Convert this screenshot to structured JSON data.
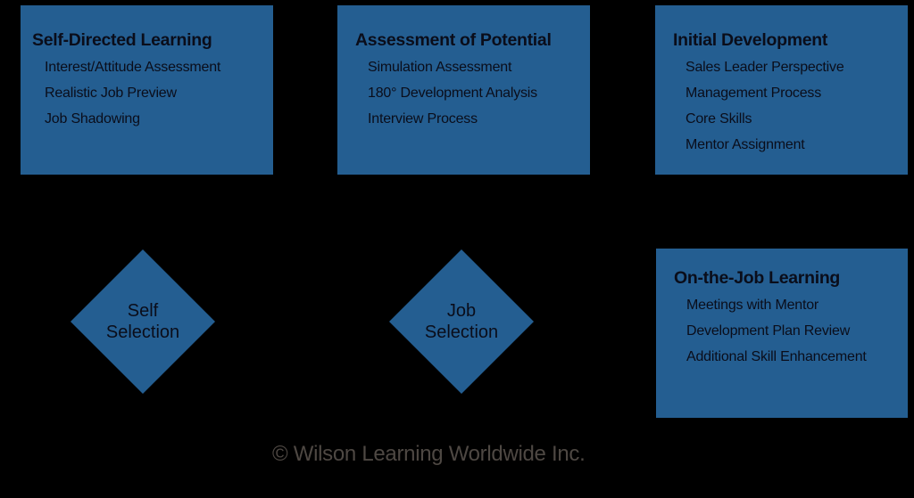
{
  "colors": {
    "background": "#000000",
    "box_fill": "#245e91",
    "text": "#0a0d1a",
    "copyright_text": "#4e4843"
  },
  "boxes": [
    {
      "title": "Self-Directed Learning",
      "items": [
        "Interest/Attitude Assessment",
        "Realistic Job Preview",
        "Job Shadowing"
      ]
    },
    {
      "title": "Assessment of Potential",
      "items": [
        "Simulation Assessment",
        "180° Development Analysis",
        "Interview Process"
      ]
    },
    {
      "title": "Initial Development",
      "items": [
        "Sales Leader Perspective",
        "Management Process",
        "Core Skills",
        "Mentor Assignment"
      ]
    },
    {
      "title": "On-the-Job Learning",
      "items": [
        "Meetings with Mentor",
        "Development Plan Review",
        "Additional Skill Enhancement"
      ]
    }
  ],
  "decisions": [
    {
      "line1": "Self",
      "line2": "Selection"
    },
    {
      "line1": "Job",
      "line2": "Selection"
    }
  ],
  "footer": {
    "copyright": "© Wilson Learning Worldwide Inc."
  }
}
